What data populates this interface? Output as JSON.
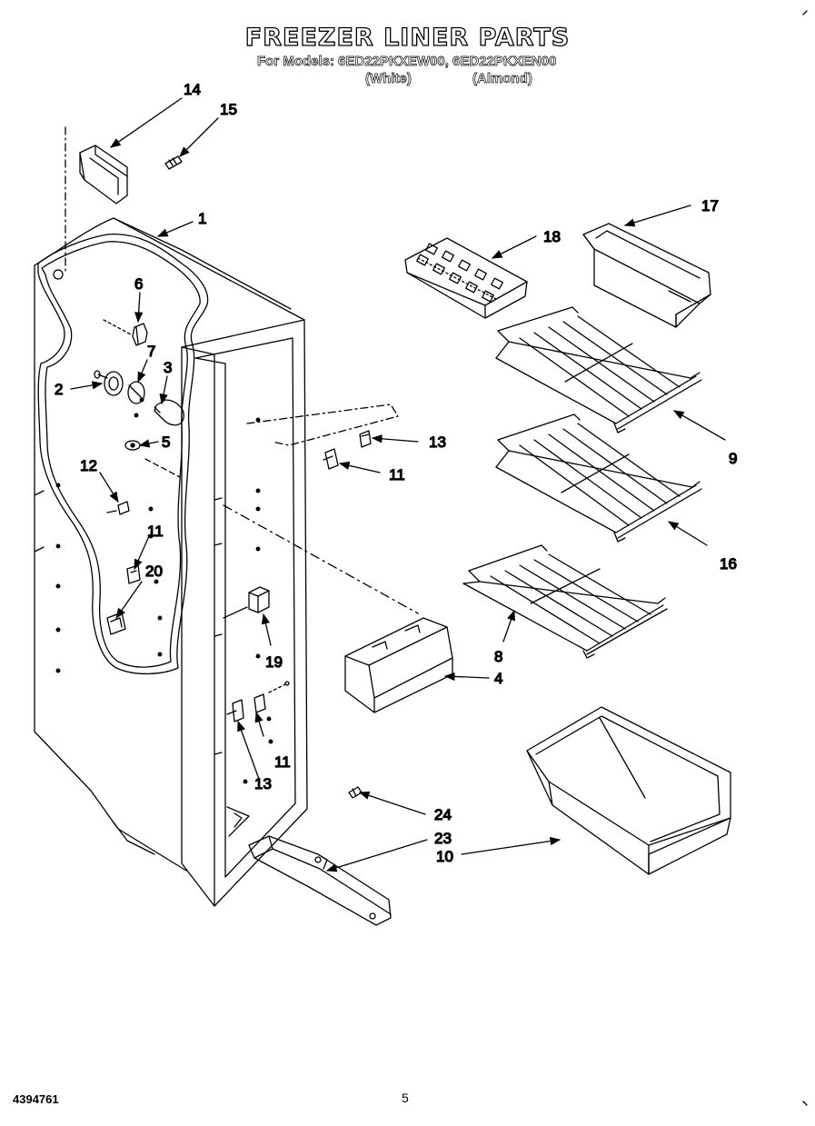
{
  "header": {
    "title": "FREEZER LINER PARTS",
    "subtitle": "For Models: 6ED22PKXEW00, 6ED22PKXEN00",
    "variant_white": "(White)",
    "variant_almond": "(Almond)"
  },
  "callouts": [
    "14",
    "15",
    "1",
    "6",
    "7",
    "3",
    "2",
    "5",
    "12",
    "11",
    "20",
    "13",
    "11",
    "19",
    "11",
    "13",
    "4",
    "24",
    "23",
    "10",
    "17",
    "18",
    "9",
    "16",
    "8"
  ],
  "footer": {
    "code": "4394761",
    "page_number": "5"
  }
}
